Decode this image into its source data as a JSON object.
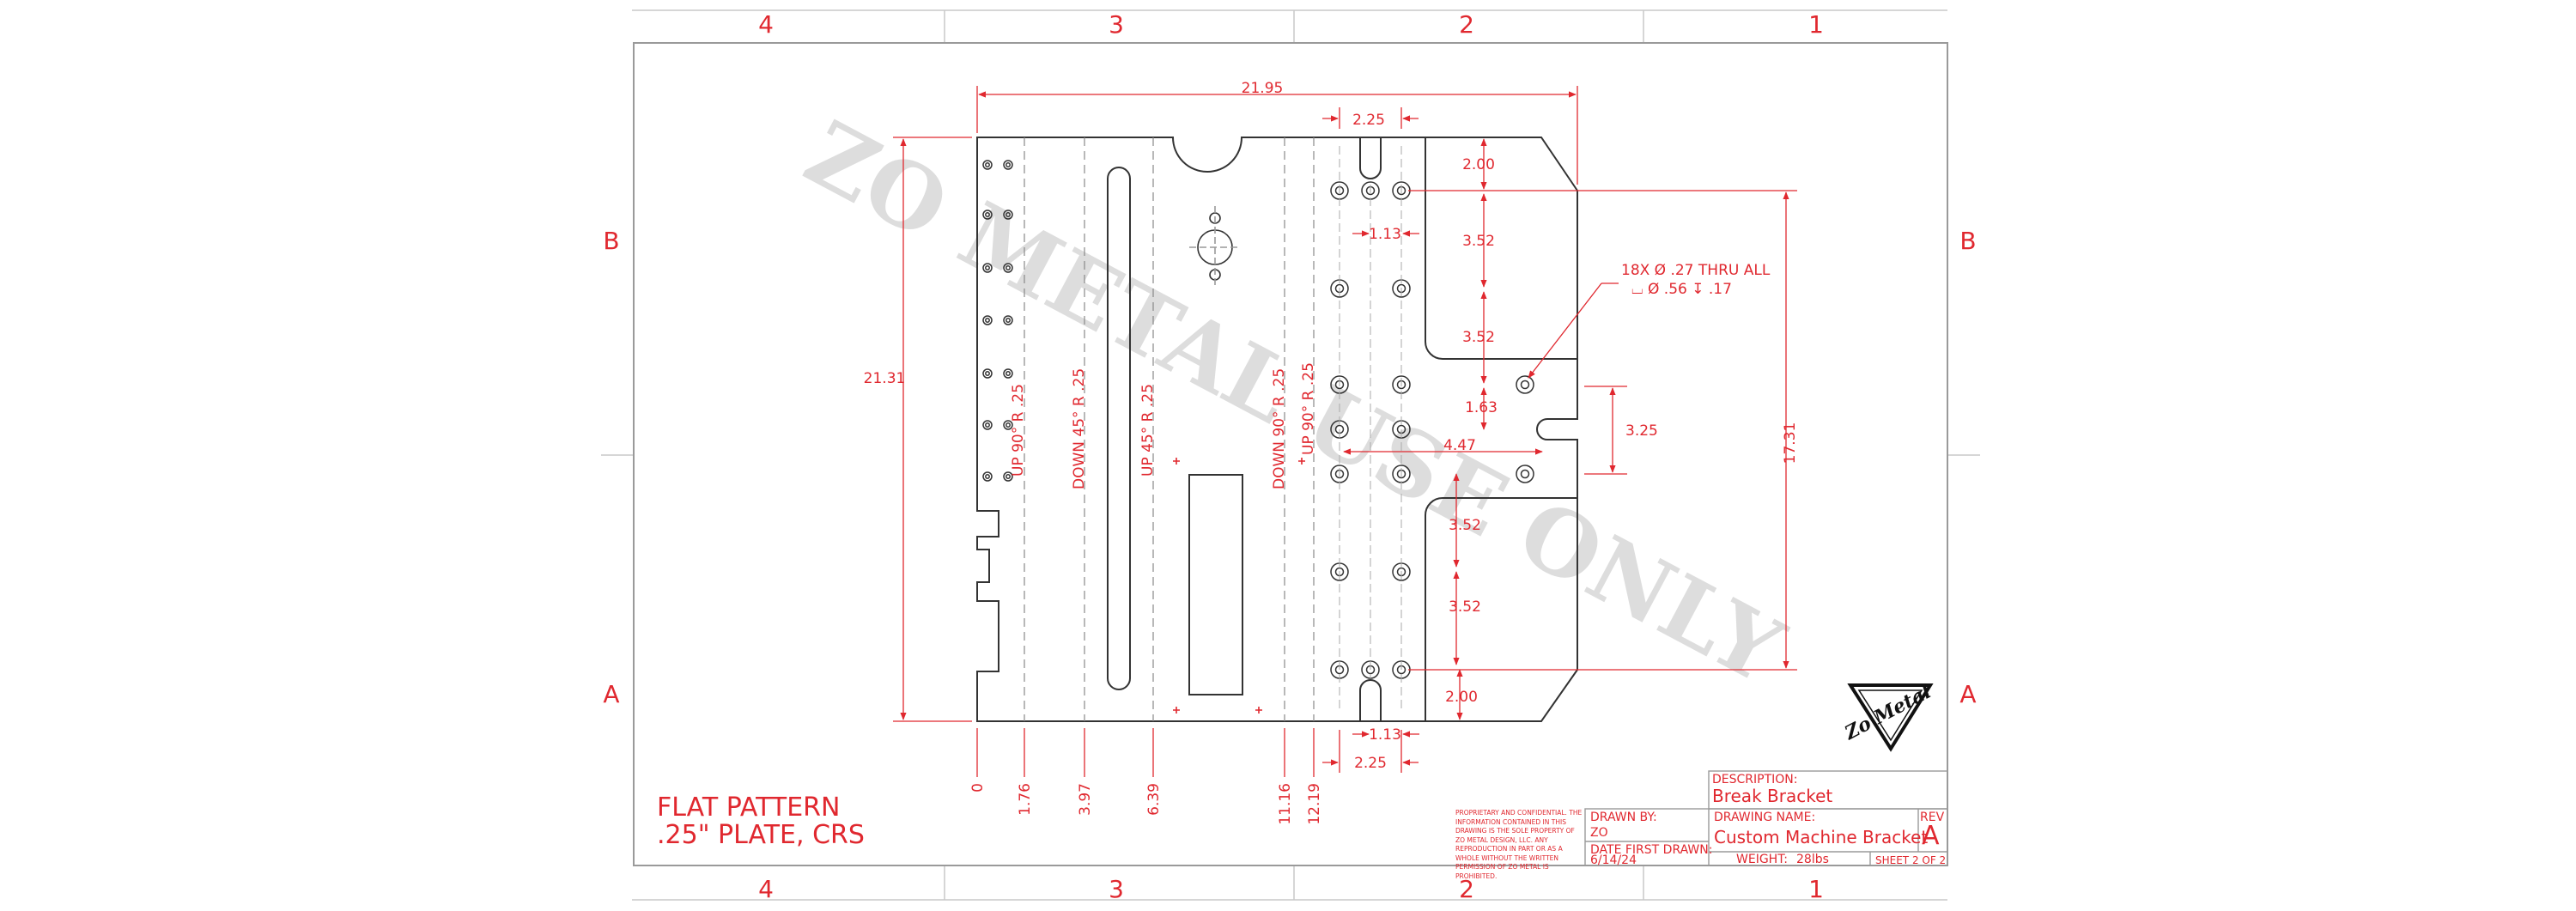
{
  "zones": {
    "columns": [
      "4",
      "3",
      "2",
      "1"
    ],
    "rows": [
      "B",
      "A"
    ]
  },
  "dimensions": {
    "overall_width": "21.95",
    "overall_height": "21.31",
    "top_slot_width": "2.25",
    "bottom_slot_width": "2.25",
    "top_slot_offset": "1.13",
    "bottom_slot_offset": "1.13",
    "top_edge_offset": "2.00",
    "bottom_edge_offset": "2.00",
    "spacing_a": "3.52",
    "spacing_b": "3.52",
    "spacing_c": "3.52",
    "spacing_d": "3.52",
    "notch_offset": "1.63",
    "notch_width": "3.25",
    "hole_to_notch": "4.47",
    "hole_row_span": "17.31"
  },
  "baseline": {
    "values": [
      "0",
      "1.76",
      "3.97",
      "6.39",
      "11.16",
      "12.19"
    ]
  },
  "bends": {
    "b1": "UP  90°  R .25",
    "b2": "DOWN  45°  R .25",
    "b3": "UP  45°  R .25",
    "b4": "DOWN  90°  R .25",
    "b5": "UP  90°  R .25"
  },
  "callout": {
    "line1": "18X  Ø  .27 THRU ALL",
    "line2": "⌴  Ø  .56 ↧ .17"
  },
  "watermark": "ZO METAL USE ONLY",
  "flat_pattern": {
    "line1": "FLAT PATTERN",
    "line2": ".25\" PLATE, CRS"
  },
  "proprietary": "PROPRIETARY AND CONFIDENTIAL. THE INFORMATION CONTAINED IN THIS DRAWING IS THE SOLE PROPERTY OF ZO METAL DESIGN, LLC. ANY REPRODUCTION IN PART OR AS A WHOLE WITHOUT THE WRITTEN PERMISSION OF ZO METAL IS PROHIBITED.",
  "title_block": {
    "description_label": "DESCRIPTION:",
    "description": "Break Bracket",
    "drawn_by_label": "DRAWN BY:",
    "drawn_by": "ZO",
    "date_label": "DATE FIRST DRAWN:",
    "date": "6/14/24",
    "drawing_name_label": "DRAWING NAME:",
    "drawing_name": "Custom Machine Bracket",
    "rev_label": "REV",
    "rev": "A",
    "weight_label": "WEIGHT:",
    "weight": "28lbs",
    "sheet": "SHEET 2 OF 2"
  },
  "logo": "Zo Metal",
  "colors": {
    "accent": "#e0282f",
    "line": "#333333",
    "border": "#9a9a9a",
    "watermark": "#dddddd",
    "center": "#999999"
  }
}
